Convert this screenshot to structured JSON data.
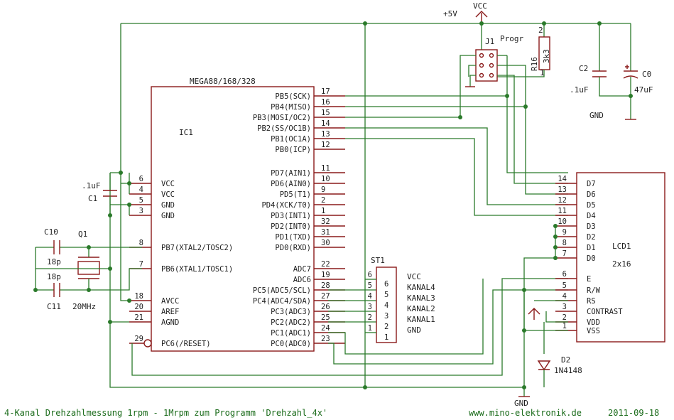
{
  "power": {
    "vcc_label": "VCC",
    "plus5v_label": "+5V",
    "gnd_label": "GND"
  },
  "ic1": {
    "part": "MEGA88/168/328",
    "name": "IC1",
    "left_pins": [
      {
        "num": "6",
        "name": "VCC"
      },
      {
        "num": "4",
        "name": "VCC"
      },
      {
        "num": "5",
        "name": "GND"
      },
      {
        "num": "3",
        "name": "GND"
      },
      {
        "num": "8",
        "name": "PB7(XTAL2/TOSC2)"
      },
      {
        "num": "7",
        "name": "PB6(XTAL1/TOSC1)"
      },
      {
        "num": "18",
        "name": "AVCC"
      },
      {
        "num": "20",
        "name": "AREF"
      },
      {
        "num": "21",
        "name": "AGND"
      },
      {
        "num": "29",
        "name": "PC6(/RESET)"
      }
    ],
    "right_pins": [
      {
        "num": "17",
        "name": "PB5(SCK)"
      },
      {
        "num": "16",
        "name": "PB4(MISO)"
      },
      {
        "num": "15",
        "name": "PB3(MOSI/OC2)"
      },
      {
        "num": "14",
        "name": "PB2(SS/OC1B)"
      },
      {
        "num": "13",
        "name": "PB1(OC1A)"
      },
      {
        "num": "12",
        "name": "PB0(ICP)"
      },
      {
        "num": "11",
        "name": "PD7(AIN1)"
      },
      {
        "num": "10",
        "name": "PD6(AIN0)"
      },
      {
        "num": "9",
        "name": "PD5(T1)"
      },
      {
        "num": "2",
        "name": "PD4(XCK/T0)"
      },
      {
        "num": "1",
        "name": "PD3(INT1)"
      },
      {
        "num": "32",
        "name": "PD2(INT0)"
      },
      {
        "num": "31",
        "name": "PD1(TXD)"
      },
      {
        "num": "30",
        "name": "PD0(RXD)"
      },
      {
        "num": "22",
        "name": "ADC7"
      },
      {
        "num": "19",
        "name": "ADC6"
      },
      {
        "num": "28",
        "name": "PC5(ADC5/SCL)"
      },
      {
        "num": "27",
        "name": "PC4(ADC4/SDA)"
      },
      {
        "num": "26",
        "name": "PC3(ADC3)"
      },
      {
        "num": "25",
        "name": "PC2(ADC2)"
      },
      {
        "num": "24",
        "name": "PC1(ADC1)"
      },
      {
        "num": "23",
        "name": "PC0(ADC0)"
      }
    ]
  },
  "lcd1": {
    "name": "LCD1",
    "type": "2x16",
    "pins": [
      {
        "num": "14",
        "name": "D7"
      },
      {
        "num": "13",
        "name": "D6"
      },
      {
        "num": "12",
        "name": "D5"
      },
      {
        "num": "11",
        "name": "D4"
      },
      {
        "num": "10",
        "name": "D3"
      },
      {
        "num": "9",
        "name": "D2"
      },
      {
        "num": "8",
        "name": "D1"
      },
      {
        "num": "7",
        "name": "D0"
      },
      {
        "num": "6",
        "name": "E"
      },
      {
        "num": "5",
        "name": "R/W"
      },
      {
        "num": "4",
        "name": "RS"
      },
      {
        "num": "3",
        "name": "CONTRAST"
      },
      {
        "num": "2",
        "name": "VDD"
      },
      {
        "num": "1",
        "name": "VSS"
      }
    ]
  },
  "st1": {
    "name": "ST1",
    "pins": [
      {
        "num": "6",
        "name": "VCC"
      },
      {
        "num": "5",
        "name": "KANAL4"
      },
      {
        "num": "4",
        "name": "KANAL3"
      },
      {
        "num": "3",
        "name": "KANAL2"
      },
      {
        "num": "2",
        "name": "KANAL1"
      },
      {
        "num": "1",
        "name": "GND"
      }
    ]
  },
  "j1": {
    "name": "J1",
    "label": "Progr"
  },
  "r16": {
    "name": "R16",
    "value": "3k3",
    "pin1": "1",
    "pin2": "2"
  },
  "c0": {
    "name": "C0",
    "value": "47uF"
  },
  "c1": {
    "name": "C1",
    "value": ".1uF"
  },
  "c2": {
    "name": "C2",
    "value": ".1uF"
  },
  "c10": {
    "name": "C10",
    "value": "18p"
  },
  "c11": {
    "name": "C11",
    "value": "18p"
  },
  "q1": {
    "name": "Q1",
    "value": "20MHz"
  },
  "d2": {
    "name": "D2",
    "value": "1N4148"
  },
  "footer": {
    "title": "4-Kanal Drehzahlmessung 1rpm - 1Mrpm  zum Programm 'Drehzahl_4x'",
    "website": "www.mino-elektronik.de",
    "date": "2011-09-18"
  }
}
